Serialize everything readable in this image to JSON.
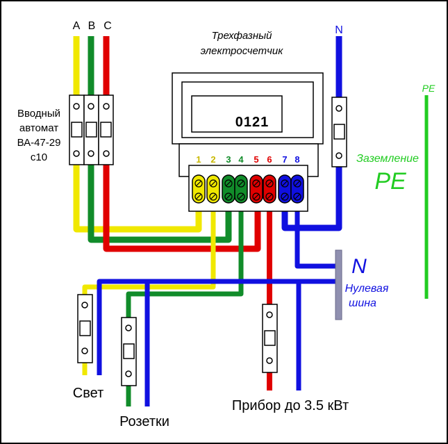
{
  "colors": {
    "phase_a": "#f0e800",
    "phase_b": "#118c2a",
    "phase_c": "#e00000",
    "neutral": "#1010e0",
    "ground": "#22cc22",
    "bus": "#9090b0",
    "outline": "#000000"
  },
  "phase_labels": {
    "a": "A",
    "b": "B",
    "c": "C"
  },
  "neutral_top_label": "N",
  "pe_top_label": "PE",
  "meter": {
    "title_line1": "Трехфазный",
    "title_line2": "электросчетчик",
    "display": "0121",
    "terminals": [
      "1",
      "2",
      "3",
      "4",
      "5",
      "6",
      "7",
      "8"
    ],
    "terminal_colors": [
      "#f0e800",
      "#f0e800",
      "#118c2a",
      "#118c2a",
      "#e00000",
      "#e00000",
      "#1010e0",
      "#1010e0"
    ]
  },
  "main_breaker": {
    "line1": "Вводный",
    "line2": "автомат",
    "line3": "ВА-47-29",
    "line4": "с10"
  },
  "grounding": {
    "label": "Заземление",
    "symbol": "PE"
  },
  "neutral_bus": {
    "symbol": "N",
    "line1": "Нулевая",
    "line2": "шина"
  },
  "circuits": {
    "light": "Свет",
    "sockets": "Розетки",
    "appliance": "Прибор до 3.5 кВт"
  }
}
